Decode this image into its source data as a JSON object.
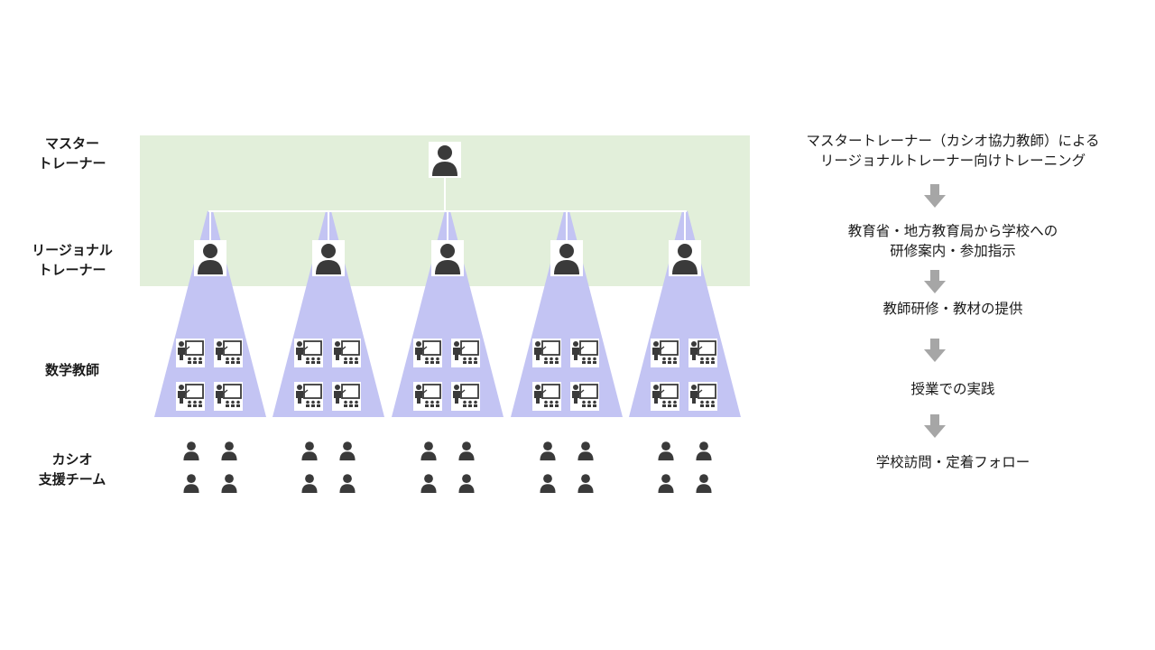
{
  "labels": {
    "master": [
      "マスター",
      "トレーナー"
    ],
    "regional": [
      "リージョナル",
      "トレーナー"
    ],
    "teachers": [
      "数学教師"
    ],
    "support": [
      "カシオ",
      "支援チーム"
    ]
  },
  "flow": [
    [
      "マスタートレーナー（カシオ協力教師）による",
      "リージョナルトレーナー向けトレーニング"
    ],
    [
      "教育省・地方教育局から学校への",
      "研修案内・参加指示"
    ],
    [
      "教師研修・教材の提供"
    ],
    [
      "授業での実践"
    ],
    [
      "学校訪問・定着フォロー"
    ]
  ],
  "icons": {
    "person": "person-icon",
    "teacher": "teacher-at-whiteboard-icon",
    "arrow": "down-arrow-icon"
  },
  "colors": {
    "green_band": "#e2efda",
    "triangle": "#c3c4f3",
    "icon": "#3a3a3a",
    "arrow": "#a6a6a6"
  }
}
